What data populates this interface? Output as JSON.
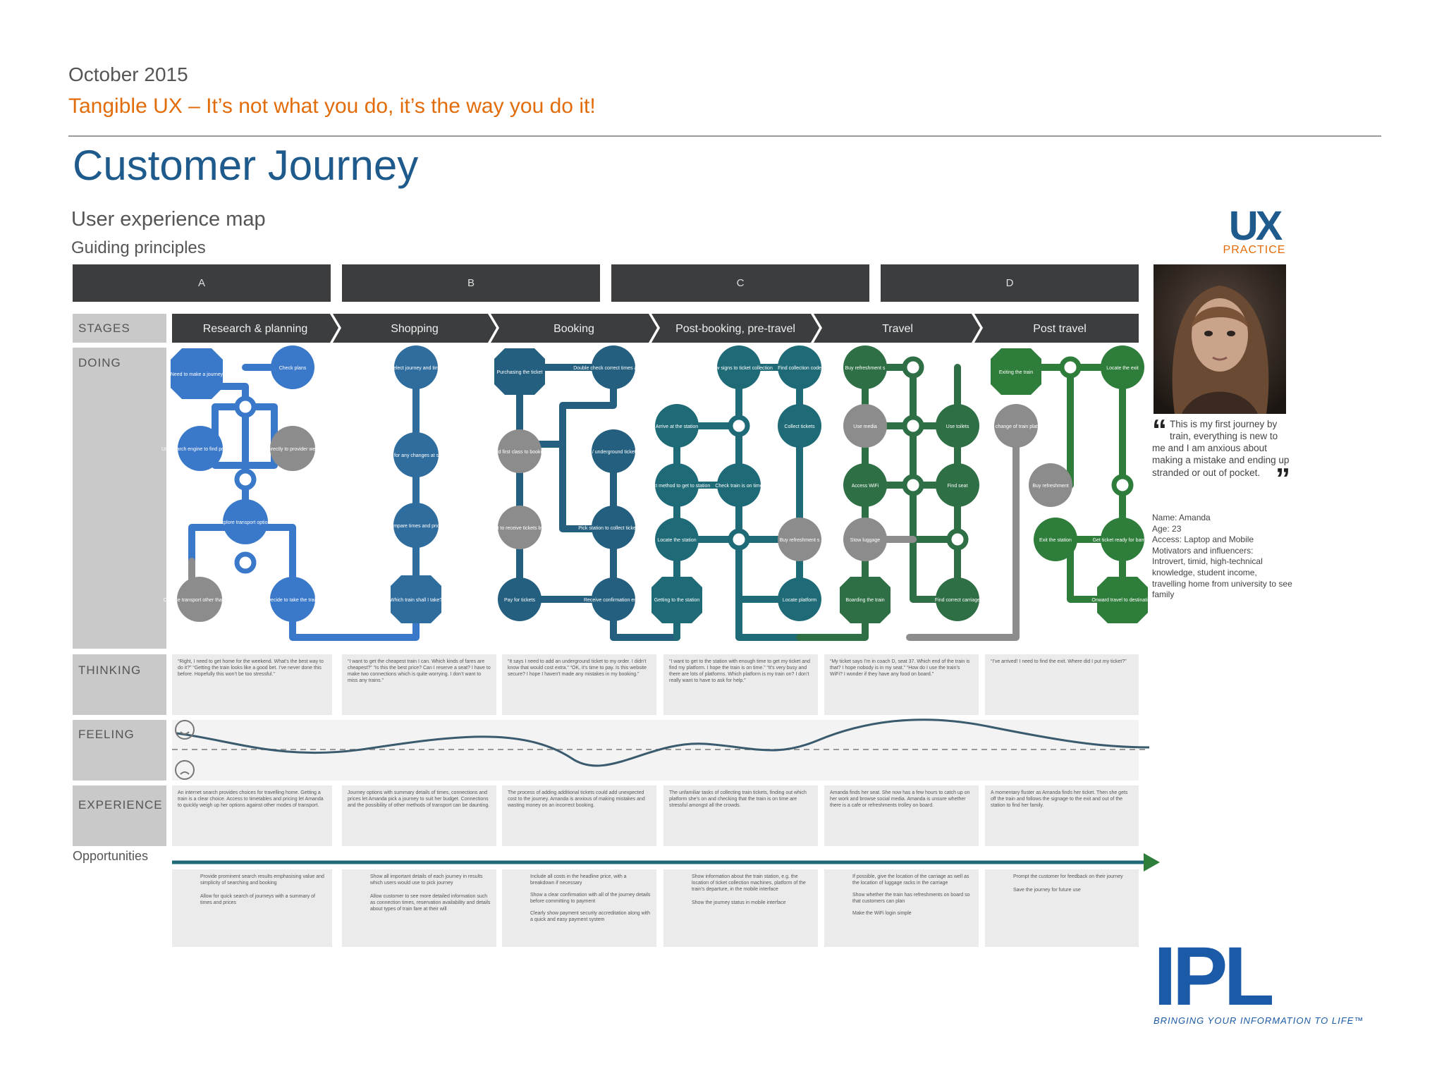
{
  "header": {
    "date": "October 2015",
    "tagline": "Tangible UX – It’s not what you do, it’s the way you do it!",
    "title": "Customer Journey"
  },
  "map": {
    "title": "User experience map",
    "subtitle": "Guiding principles",
    "phases": [
      "A",
      "B",
      "C",
      "D"
    ],
    "row_labels": {
      "stages": "STAGES",
      "doing": "DOING",
      "thinking": "THINKING",
      "feeling": "FEELING",
      "experience": "EXPERIENCE",
      "opportunities": "Opportunities"
    },
    "stages": [
      "Research & planning",
      "Shopping",
      "Booking",
      "Post-booking, pre-travel",
      "Travel",
      "Post travel"
    ],
    "doing_labels": {
      "s1": [
        "Need to make a journey",
        "Check plans",
        "Use search engine to find providers",
        "Go directly to provider website",
        "Explore transport options",
        "Choose transport other than train",
        "Decide to take the train"
      ],
      "s2": [
        "Select journey and time",
        "Check for any changes at stations",
        "Compare times and prices",
        "Which train shall I take?"
      ],
      "s3": [
        "Purchasing the ticket",
        "Double check correct times and date",
        "Add first class to booking",
        "Add bus / underground ticket to order",
        "Select to receive tickets by post",
        "Pick station to collect ticket from",
        "Pay for tickets",
        "Receive confirmation email"
      ],
      "s4": [
        "Follow signs to ticket collection",
        "Find collection code",
        "Arrive at the station",
        "Collect tickets",
        "Select method to get to station",
        "Check train is on time",
        "Locate the station",
        "Buy refreshment s",
        "Getting to the station",
        "Locate platform"
      ],
      "s5": [
        "Buy refreshment s",
        "Use media",
        "Use toilets",
        "Access WiFi",
        "Find seat",
        "Stow luggage",
        "Boarding the train",
        "Find correct carriage"
      ],
      "s6": [
        "Exiting the train",
        "Locate the exit",
        "Find change of train platform",
        "Buy refreshment",
        "Exit the station",
        "Get ticket ready for barriers",
        "Onward travel to destination"
      ]
    },
    "thinking": [
      "“Right, I need to get home for the weekend. What’s the best way to do it?” “Getting the train looks like a good bet. I’ve never done this before. Hopefully this won’t be too stressful.”",
      "“I want to get the cheapest train I can. Which kinds of fares are cheapest?” “Is this the best price? Can I reserve a seat? I have to make two connections which is quite worrying. I don’t want to miss any trains.”",
      "“It says I need to add an underground ticket to my order. I didn’t know that would cost extra.” “OK, it’s time to pay. Is this website secure? I hope I haven’t made any mistakes in my booking.”",
      "“I want to get to the station with enough time to get my ticket and find my platform. I hope the train is on time.” “It’s very busy and there are lots of platforms. Which platform is my train on? I don’t really want to have to ask for help.”",
      "“My ticket says I’m in coach D, seat 37. Which end of the train is that? I hope nobody is in my seat.” “How do I use the train’s WiFi? I wonder if they have any food on board.”",
      "“I’ve arrived! I need to find the exit. Where did I put my ticket?”"
    ],
    "experience": [
      "An internet search provides choices for travelling home. Getting a train is a clear choice. Access to timetables and pricing let Amanda to quickly weigh up her options against other modes of transport.",
      "Journey options with summary details of times, connections and prices let Amanda pick a journey to suit her budget. Connections and the possibility of other methods of transport can be daunting.",
      "The process of adding additional tickets could add unexpected cost to the journey. Amanda is anxious of making mistakes and wasting money on an incorrect booking.",
      "The unfamiliar tasks of collecting train tickets, finding out which platform she’s on and checking that the train is on time are stressful amongst all the crowds.",
      "Amanda finds her seat. She now has a few hours to catch up on her work and browse social media. Amanda is unsure whether there is a cafe or refreshments trolley on board.",
      "A momentary fluster as Amanda finds her ticket. Then she gets off the train and follows the signage to the exit and out of the station to find her family."
    ],
    "opportunities": [
      [
        "Provide prominent search results emphasising value and simplicity of searching and booking",
        "Allow for quick search of journeys with a summary of times and prices"
      ],
      [
        "Show all important details of each journey in results which users would use to pick journey",
        "Allow customer to see more detailed information such as connection times, reservation availability and details about types of train fare at their will"
      ],
      [
        "Include all costs in the headline price, with a breakdown if necessary",
        "Show a clear confirmation with all of the journey details before committing to payment",
        "Clearly show payment security accreditation along with a quick and easy payment system"
      ],
      [
        "Show information about the train station, e.g. the location of ticket collection machines, platform of the train’s departure, in the mobile interface",
        "Show the journey status in mobile interface"
      ],
      [
        "If possible, give the location of the carriage as well as the location of luggage racks in the carriage",
        "Show whether the train has refreshments on board so that customers can plan",
        "Make the WiFi login simple"
      ],
      [
        "Prompt the customer for feedback on their journey",
        "Save the journey for future use"
      ]
    ]
  },
  "persona": {
    "logo_big": "UX",
    "logo_small": "PRACTICE",
    "quote": "This is my first journey by train, everything is new to me and I am anxious about making a mistake and ending up stranded or out of pocket.",
    "details": [
      "Name: Amanda",
      "Age: 23",
      "Access: Laptop and Mobile",
      "Motivators and influencers:",
      "Introvert, timid, high-technical knowledge, student income, travelling home from university to see family"
    ]
  },
  "brand": {
    "name": "IPL",
    "strapline": "BRINGING YOUR INFORMATION TO LIFE™"
  },
  "colors": {
    "accent_orange": "#e36c0a",
    "title_blue": "#1f5a8c",
    "stage_dark": "#3b3d3f",
    "blue": "#3a78c9",
    "teal": "#1e6b77",
    "green": "#2e7d3a",
    "gray_node": "#8c8c8c"
  }
}
